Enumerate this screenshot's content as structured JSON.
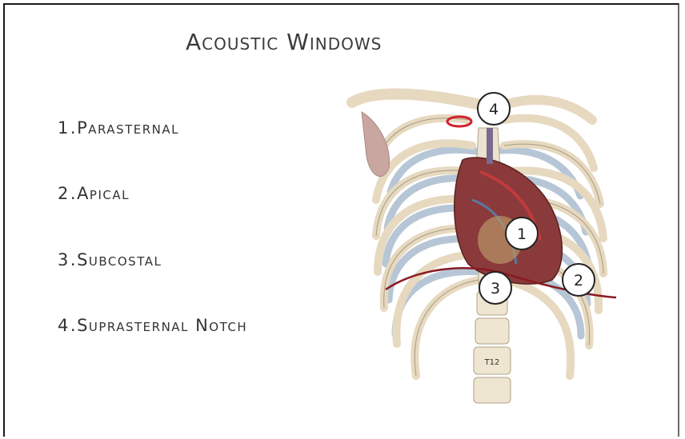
{
  "title": "Acoustic Windows",
  "windows": [
    {
      "number": "1",
      "label": "Parasternal"
    },
    {
      "number": "2",
      "label": "Apical"
    },
    {
      "number": "3",
      "label": "Subcostal"
    },
    {
      "number": "4",
      "label": "Suprasternal Notch"
    }
  ],
  "figure": {
    "vertebra_label": "T12",
    "markers": [
      "1",
      "2",
      "3",
      "4"
    ]
  },
  "colors": {
    "bone": "#e8dcc4",
    "bone_shadow": "#b9c7d6",
    "heart": "#8a3a3a",
    "vessel": "#b81d2b",
    "text": "#333333"
  }
}
